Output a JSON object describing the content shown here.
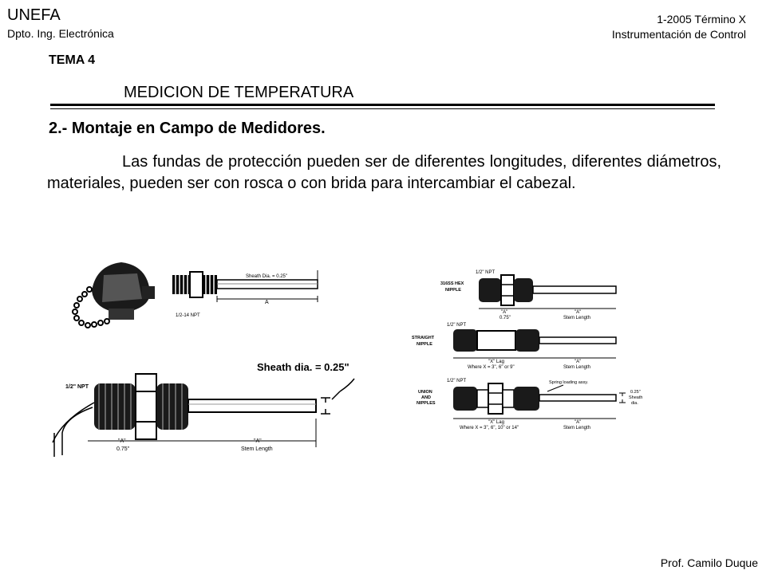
{
  "header": {
    "org_name": "UNEFA",
    "department": "Dpto. Ing. Electrónica",
    "term": "1-2005 Término X",
    "course": "Instrumentación de Control"
  },
  "topic": {
    "label": "TEMA 4",
    "title": "MEDICION DE TEMPERATURA"
  },
  "section": {
    "heading": "2.- Montaje en Campo de Medidores.",
    "paragraph": "Las fundas de protección pueden ser de diferentes longitudes, diferentes diámetros, materiales, pueden ser con rosca o con brida para intercambiar el cabezal."
  },
  "figure_labels": {
    "small_sheath": "Sheath Dia. = 0.25\"",
    "small_a": "A",
    "small_npt": "1/2-14 NPT",
    "big_npt": "1/2\" NPT",
    "big_sheath": "Sheath dia. = 0.25\"",
    "big_a": "\"A\"",
    "big_a_val": "0.75\"",
    "big_stem_a": "\"A\"",
    "big_stem": "Stem Length",
    "r1_npt": "1/2\" NPT",
    "r1_name1": "316SS HEX",
    "r1_name2": "NIPPLE",
    "r1_a": "\"A\"",
    "r1_a_val": "0.75\"",
    "r1_stem_a": "\"A\"",
    "r1_stem": "Stem Length",
    "r2_npt": "1/2\" NPT",
    "r2_name1": "STRAIGHT",
    "r2_name2": "NIPPLE",
    "r2_lag": "\"X\" Lag",
    "r2_where": "Where X = 3\", 6\" or 9\"",
    "r2_stem_a": "\"A\"",
    "r2_stem": "Stem Length",
    "r3_npt": "1/2\" NPT",
    "r3_name1": "UNION",
    "r3_name2": "AND",
    "r3_name3": "NIPPLES",
    "r3_spring": "Spring loading assy.",
    "r3_dia1": "0.25\"",
    "r3_dia2": "Sheath",
    "r3_dia3": "dia.",
    "r3_lag": "\"X\" Lag",
    "r3_where": "Where X = 3\", 6\", 10\" or 14\"",
    "r3_stem_a": "\"A\"",
    "r3_stem": "Stem Length"
  },
  "footer": {
    "author": "Prof. Camilo Duque"
  }
}
